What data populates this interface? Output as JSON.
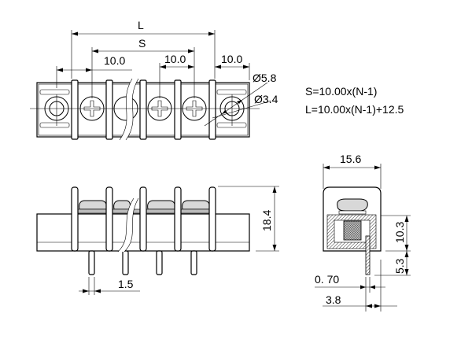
{
  "top_view": {
    "dim_L": "L",
    "dim_S": "S",
    "pitch_left": "10.0",
    "pitch_mid": "10.0",
    "pitch_right": "10.0",
    "dia_outer": "Ø5.8",
    "dia_inner": "Ø3.4"
  },
  "formulas": {
    "s_formula": "S=10.00x(N-1)",
    "l_formula": "L=10.00x(N-1)+12.5"
  },
  "front_view": {
    "height": "18.4",
    "pin_width": "1.5"
  },
  "side_view": {
    "width": "15.6",
    "body_height": "10.3",
    "pin_length": "5.3",
    "pin_thickness": "0. 70",
    "pin_offset": "3.8"
  }
}
